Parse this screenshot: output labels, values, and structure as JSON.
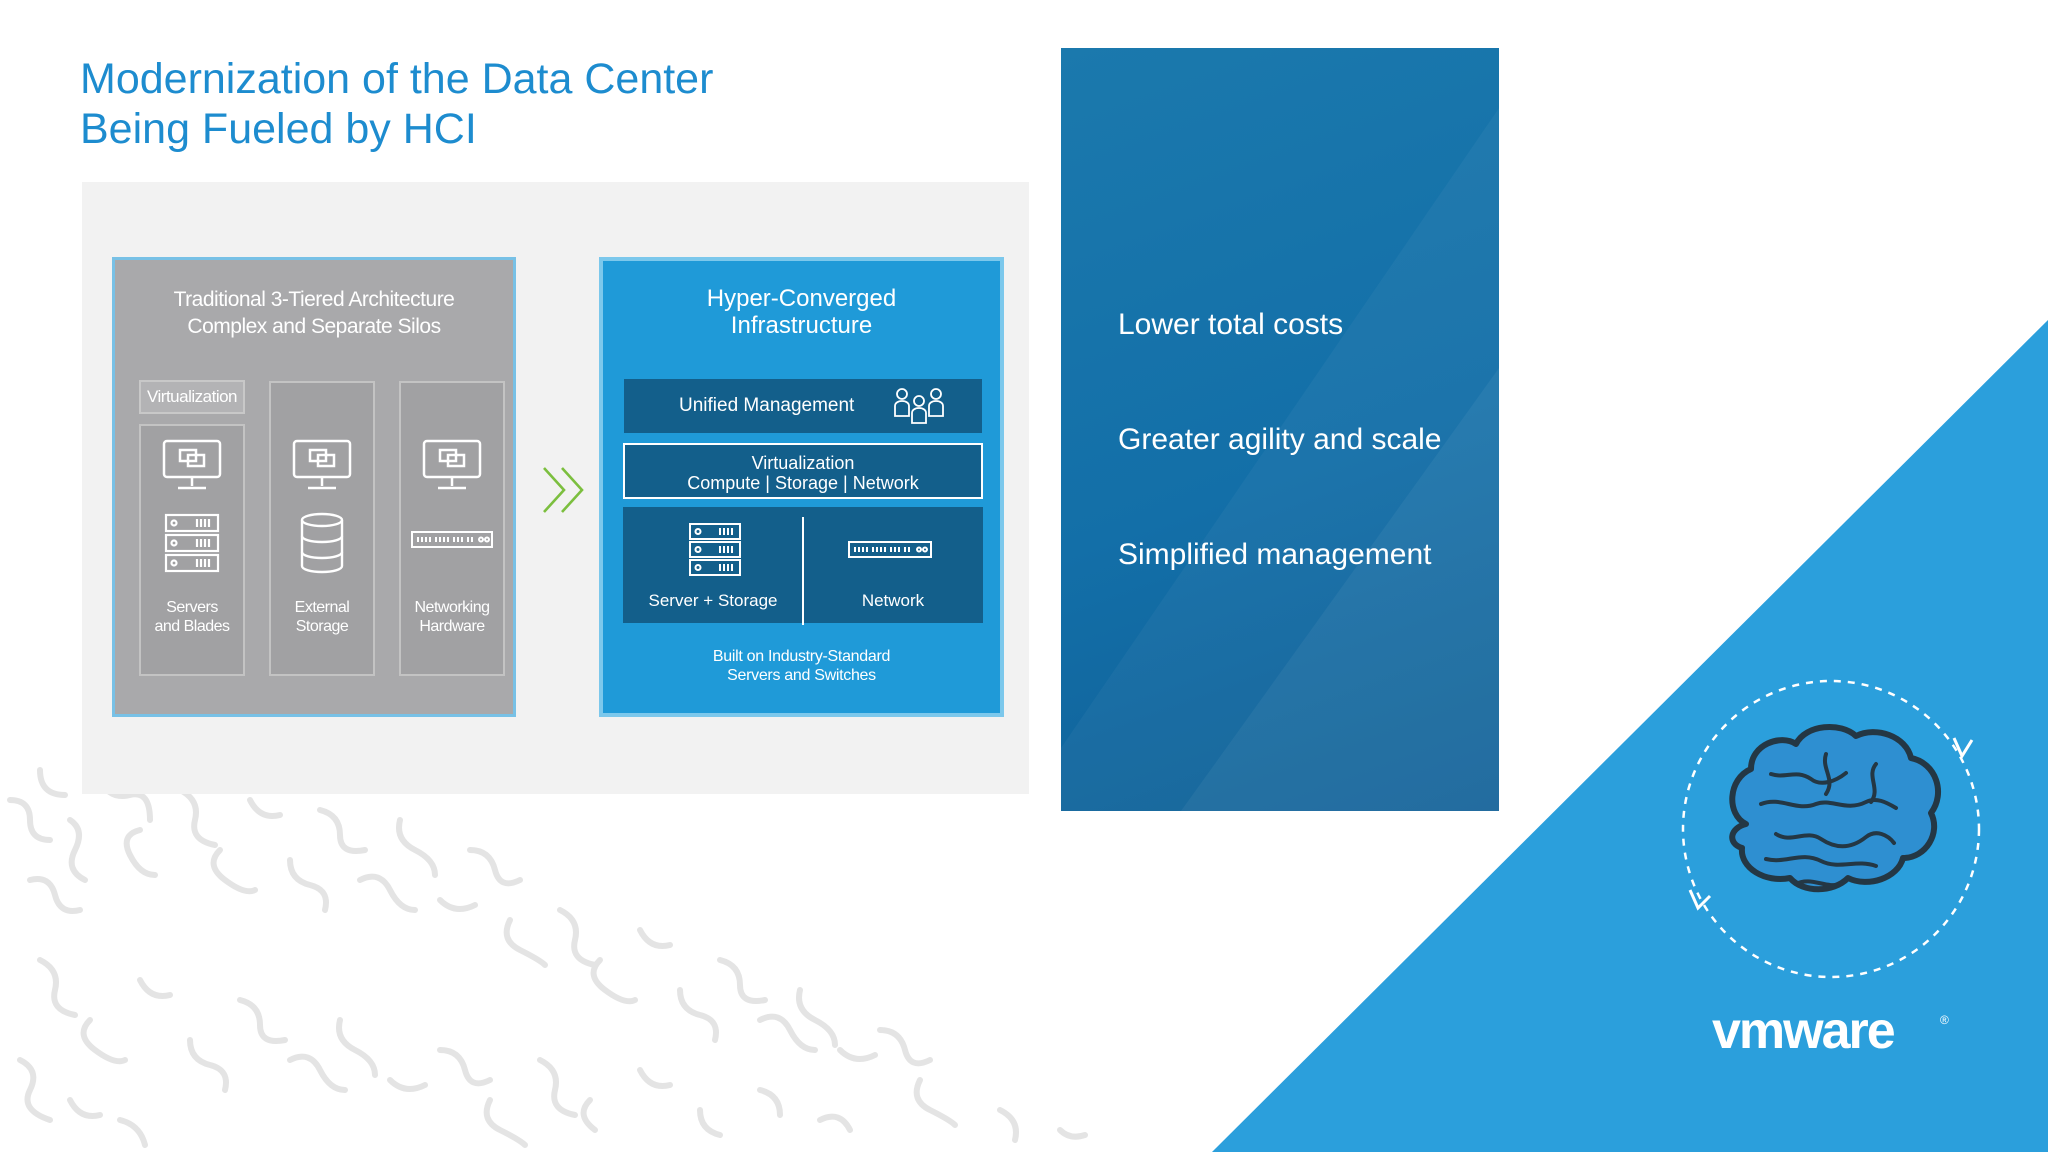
{
  "title": {
    "line1": "Modernization of the Data Center",
    "line2": "Being Fueled by HCI"
  },
  "traditional": {
    "title_line1": "Traditional 3-Tiered Architecture",
    "title_line2": "Complex and Separate Silos",
    "virtualization_label": "Virtualization",
    "columns": [
      {
        "line1": "Servers",
        "line2": "and Blades",
        "icon": "server-rack-icon"
      },
      {
        "line1": "External",
        "line2": "Storage",
        "icon": "database-icon"
      },
      {
        "line1": "Networking",
        "line2": "Hardware",
        "icon": "network-switch-icon"
      }
    ]
  },
  "hci": {
    "title_line1": "Hyper-Converged",
    "title_line2": "Infrastructure",
    "unified_management": "Unified Management",
    "virtualization_line1": "Virtualization",
    "virtualization_line2": "Compute | Storage | Network",
    "server_storage": "Server + Storage",
    "network": "Network",
    "footer_line1": "Built on Industry-Standard",
    "footer_line2": "Servers and Switches"
  },
  "benefits": [
    "Lower total costs",
    "Greater agility and scale",
    "Simplified management"
  ],
  "logo": {
    "text": "vmware",
    "mark": "®"
  },
  "colors": {
    "title_blue": "#1d8ccf",
    "hci_blue": "#1f9ad8",
    "dark_navy": "#135f8b",
    "panel_blue": "#136fa8",
    "triangle_blue": "#2b9fdc",
    "chevron_green": "#7cbf3f"
  }
}
